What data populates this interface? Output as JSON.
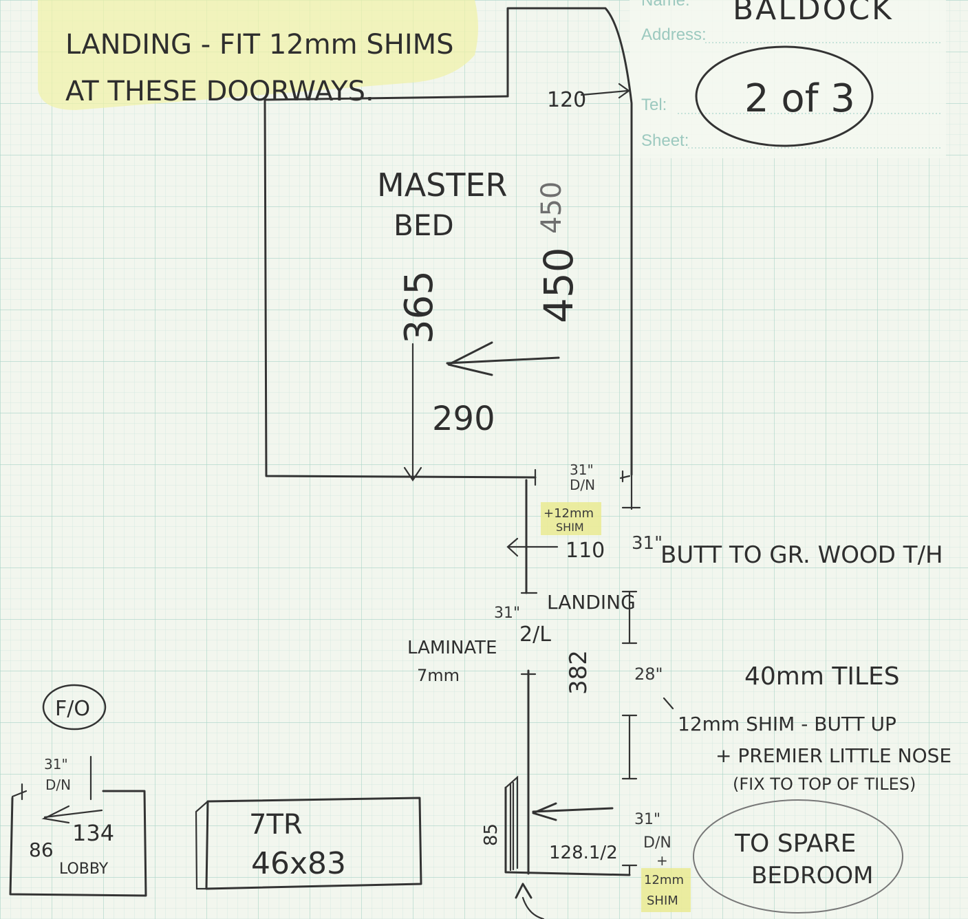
{
  "form_fields": {
    "name": "Name:",
    "address": "Address:",
    "tel": "Tel:",
    "sheet": "Sheet:"
  },
  "header": {
    "client": "BALDOCK",
    "sheet_number": "2 of 3"
  },
  "notes": {
    "top_line1": "LANDING - FIT 12mm SHIMS",
    "top_line2": "AT THESE DOORWAYS."
  },
  "master_bed": {
    "label_line1": "MASTER",
    "label_line2": "BED",
    "dim_365": "365",
    "dim_450": "450",
    "dim_450_faint": "450",
    "dim_290": "290",
    "dim_120": "120"
  },
  "doorway_master": {
    "width": "31\"",
    "dn": "D/N",
    "shim_line1": "+12mm",
    "shim_line2": "SHIM",
    "dim_110": "110",
    "wood_width": "31\"",
    "wood_note": "BUTT TO GR. WOOD T/H"
  },
  "landing": {
    "label": "LANDING",
    "door_width": "31\"",
    "door_note": "2/L",
    "laminate_line1": "LAMINATE",
    "laminate_line2": "7mm",
    "dim_382": "382"
  },
  "tiles": {
    "width": "28\"",
    "label": "40mm TILES",
    "note_line1": "12mm SHIM - BUTT UP",
    "note_line2": "+ PREMIER LITTLE NOSE",
    "note_line3": "(FIX TO TOP OF TILES)"
  },
  "spare": {
    "dim_85": "85",
    "dim_128": "128.1/2",
    "width": "31\"",
    "dn": "D/N",
    "plus": "+",
    "shim_line1": "12mm",
    "shim_line2": "SHIM",
    "label_line1": "TO SPARE",
    "label_line2": "BEDROOM"
  },
  "lobby": {
    "badge": "F/O",
    "width": "31\"",
    "dn": "D/N",
    "dim_134": "134",
    "dim_86": "86",
    "label": "LOBBY"
  },
  "stair": {
    "line1": "7TR",
    "line2": "46x83"
  },
  "colors": {
    "paper": "#f2f6ee",
    "grid": "#bfe0d6",
    "highlighter": "#f1f2a6",
    "pencil": "#333333",
    "form_text": "#9cc9bf"
  },
  "icons": [
    "arrow-left-icon",
    "triangle-marker-icon"
  ]
}
